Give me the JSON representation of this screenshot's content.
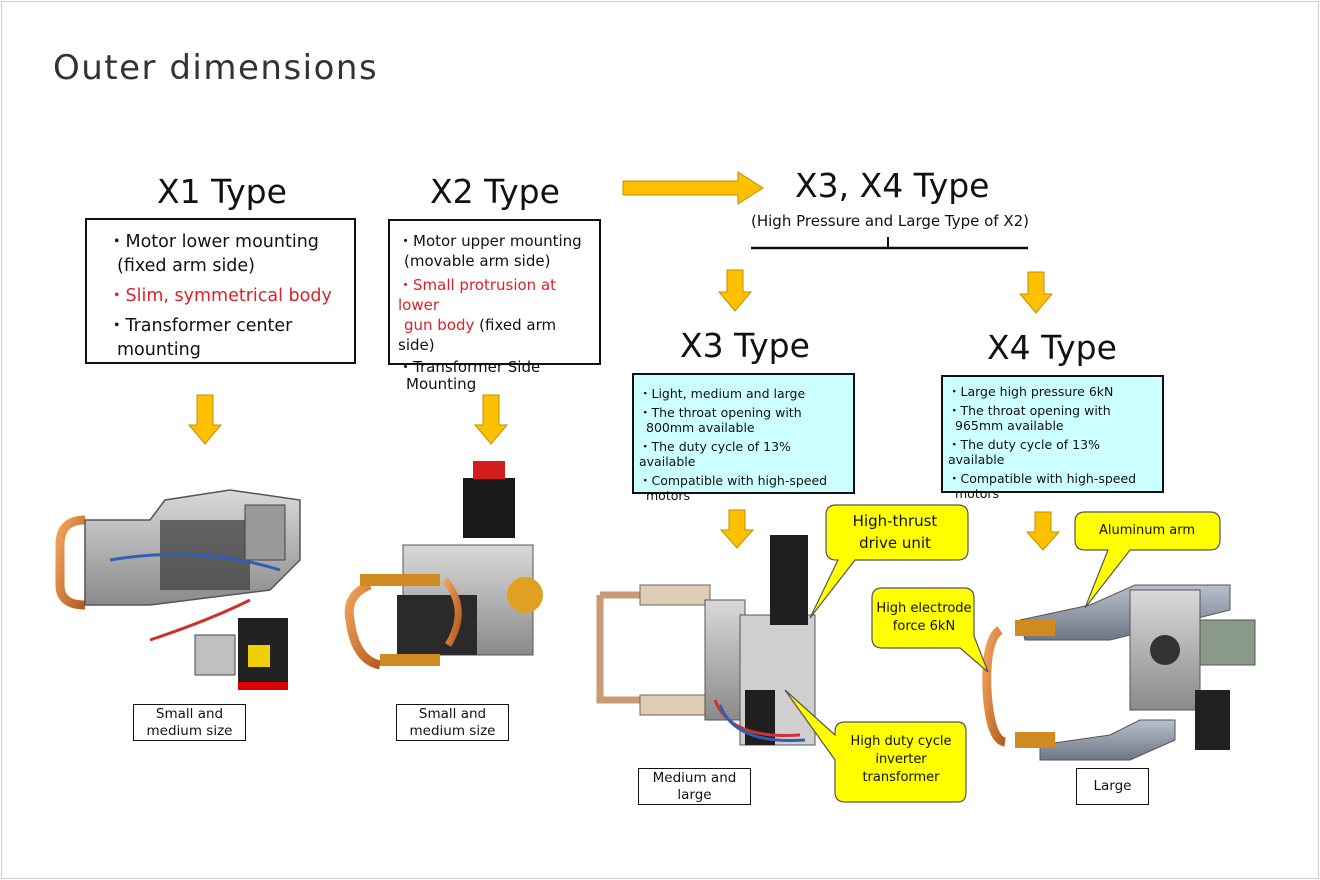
{
  "page": {
    "title": "Outer dimensions"
  },
  "x1": {
    "title": "X1 Type",
    "bullets": [
      {
        "text": "・Motor lower mounting",
        "cont": "(fixed arm side)",
        "red": false
      },
      {
        "text": "・Slim, symmetrical body",
        "cont": "",
        "red": true
      },
      {
        "text": "・Transformer center",
        "cont": "mounting",
        "red": false
      }
    ],
    "label": "Small and medium size"
  },
  "x2": {
    "title": "X2 Type",
    "b1": "・Motor upper mounting",
    "b1c": "(movable arm side)",
    "b2_red_1": "・Small protrusion at lower",
    "b2_red_2": "gun body",
    "b2_rest": " (fixed arm side)",
    "b3": "・Transformer Side",
    "b3c": "Mounting",
    "label": "Small and medium size"
  },
  "x34": {
    "title": "X3, X4 Type",
    "subtitle": "(High Pressure and Large Type of X2)"
  },
  "x3": {
    "title": "X3 Type",
    "bullets": [
      "・Light, medium and large",
      "・The throat opening with 800mm available",
      "・The duty cycle of 13% available",
      "・Compatible with high-speed motors"
    ],
    "label": "Medium and large",
    "callouts": {
      "drive": "High-thrust drive unit",
      "transformer": "High duty cycle inverter transformer"
    }
  },
  "x4": {
    "title": "X4 Type",
    "bullets": [
      "・Large high pressure 6kN",
      "・The throat opening with 965mm available",
      "・The duty cycle of 13% available",
      "・Compatible with high-speed motors"
    ],
    "label": "Large",
    "callouts": {
      "arm": "Aluminum arm",
      "force": "High electrode force 6kN"
    }
  },
  "colors": {
    "arrow": "#ffc000",
    "callout": "#ffff00",
    "box_fill": "#ccffff",
    "accent_red": "#e0202a"
  },
  "icons": [
    "down-arrow-icon",
    "right-arrow-icon",
    "welding-gun-icon"
  ]
}
